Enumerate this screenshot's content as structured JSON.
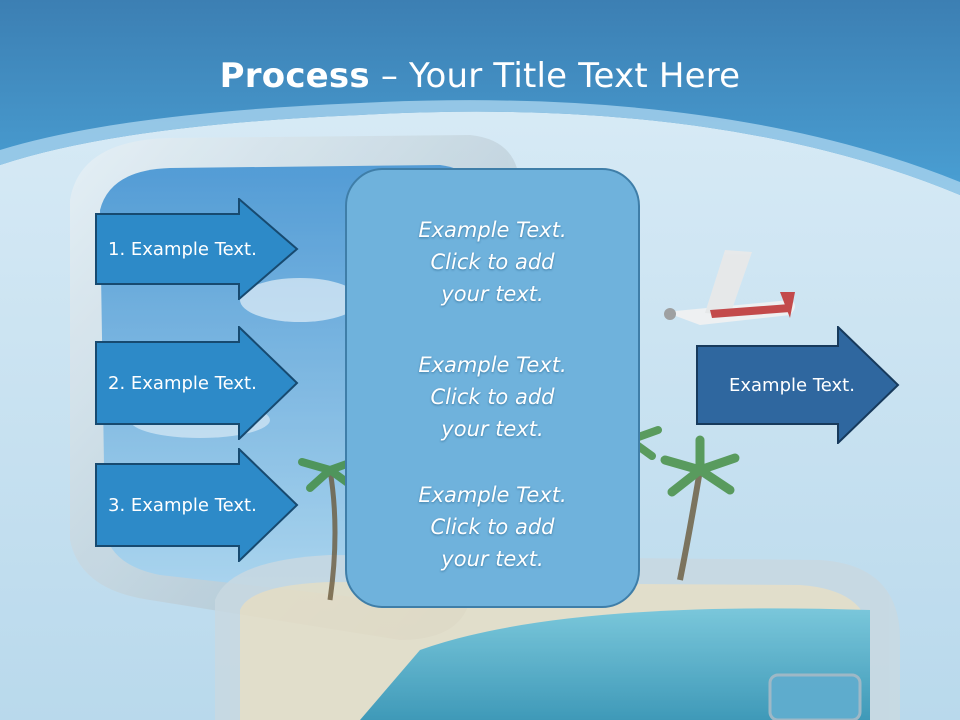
{
  "title": {
    "bold": "Process",
    "dash": " – ",
    "rest": "Your Title Text Here"
  },
  "left_arrows": [
    {
      "label": "1. Example Text."
    },
    {
      "label": "2. Example Text."
    },
    {
      "label": "3. Example Text."
    }
  ],
  "center_box": {
    "blocks": [
      {
        "line1": "Example Text.",
        "line2": "Click  to add",
        "line3": "your text."
      },
      {
        "line1": "Example Text.",
        "line2": "Click  to add",
        "line3": "your text."
      },
      {
        "line1": "Example Text.",
        "line2": "Click  to add",
        "line3": "your text."
      }
    ]
  },
  "right_arrow": {
    "label": "Example Text."
  },
  "colors": {
    "header_blue": "#2f88c0",
    "arrow_fill": "#2d8ac8",
    "arrow_stroke": "#174a70",
    "right_arrow_fill": "#2f679f",
    "box_fill": "#6fb2dc"
  }
}
